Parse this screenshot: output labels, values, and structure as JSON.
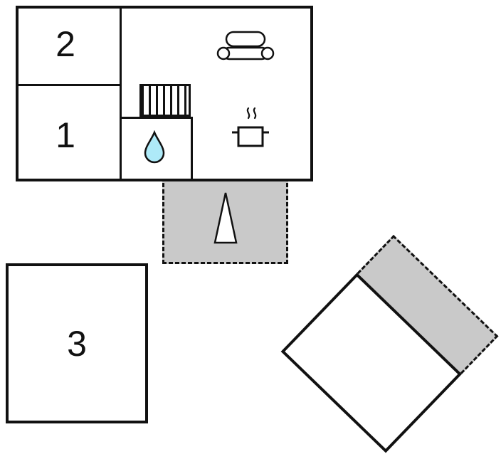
{
  "floorplan": {
    "rooms": [
      {
        "id": "room-2",
        "label": "2"
      },
      {
        "id": "room-1",
        "label": "1"
      },
      {
        "id": "room-3",
        "label": "3"
      }
    ],
    "icons": [
      {
        "name": "sofa-icon",
        "meaning": "sofa / living area"
      },
      {
        "name": "radiator-icon",
        "meaning": "radiator / heating"
      },
      {
        "name": "water-drop-icon",
        "meaning": "bathroom / water"
      },
      {
        "name": "cooking-pot-icon",
        "meaning": "kitchen / cooker"
      },
      {
        "name": "entrance-arrow-icon",
        "meaning": "entrance direction marker"
      }
    ],
    "colors": {
      "wall": "#111111",
      "terrace_fill": "#c9c9c9",
      "water_drop_fill": "#aeeaf8",
      "background": "#ffffff"
    }
  }
}
